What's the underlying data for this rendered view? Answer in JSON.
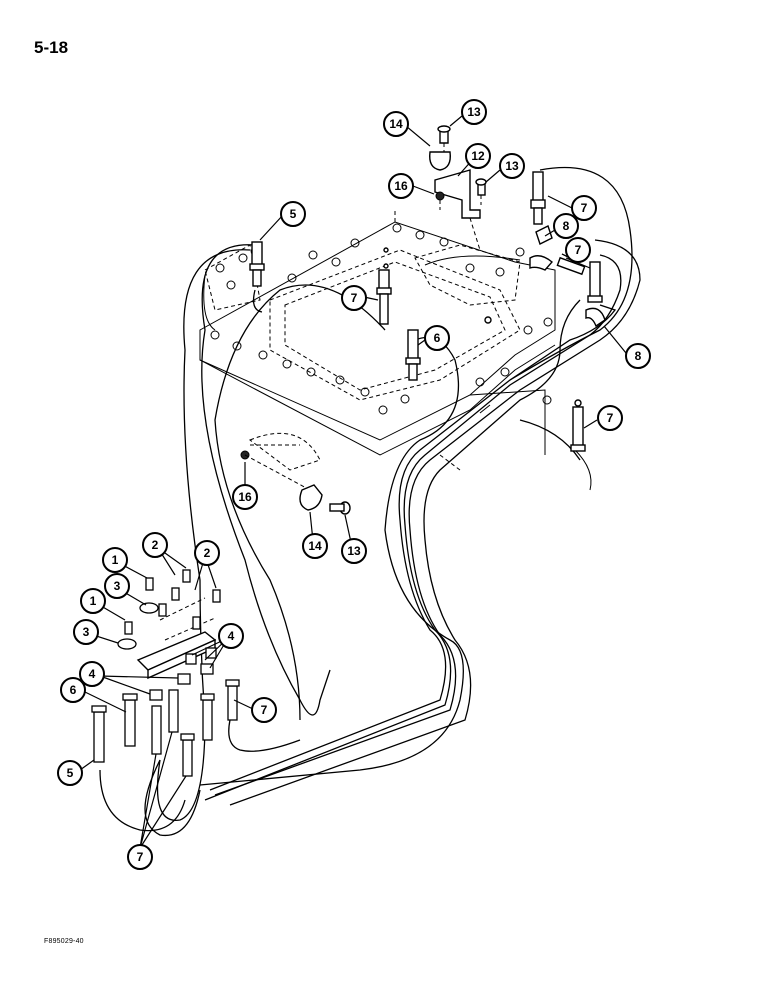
{
  "page_number": "5-18",
  "figure_code": "F895029-40",
  "callouts": [
    {
      "id": "c13a",
      "label": "13"
    },
    {
      "id": "c14a",
      "label": "14"
    },
    {
      "id": "c12",
      "label": "12"
    },
    {
      "id": "c13b",
      "label": "13"
    },
    {
      "id": "c16a",
      "label": "16"
    },
    {
      "id": "c7a",
      "label": "7"
    },
    {
      "id": "c5a",
      "label": "5"
    },
    {
      "id": "c8a",
      "label": "8"
    },
    {
      "id": "c7b",
      "label": "7"
    },
    {
      "id": "c7c",
      "label": "7"
    },
    {
      "id": "c6a",
      "label": "6"
    },
    {
      "id": "c8b",
      "label": "8"
    },
    {
      "id": "c7d",
      "label": "7"
    },
    {
      "id": "c16b",
      "label": "16"
    },
    {
      "id": "c14b",
      "label": "14"
    },
    {
      "id": "c13c",
      "label": "13"
    },
    {
      "id": "c2a",
      "label": "2"
    },
    {
      "id": "c2b",
      "label": "2"
    },
    {
      "id": "c1a",
      "label": "1"
    },
    {
      "id": "c3a",
      "label": "3"
    },
    {
      "id": "c1b",
      "label": "1"
    },
    {
      "id": "c3b",
      "label": "3"
    },
    {
      "id": "c4a",
      "label": "4"
    },
    {
      "id": "c4b",
      "label": "4"
    },
    {
      "id": "c6b",
      "label": "6"
    },
    {
      "id": "c7e",
      "label": "7"
    },
    {
      "id": "c5b",
      "label": "5"
    },
    {
      "id": "c7f",
      "label": "7"
    }
  ]
}
